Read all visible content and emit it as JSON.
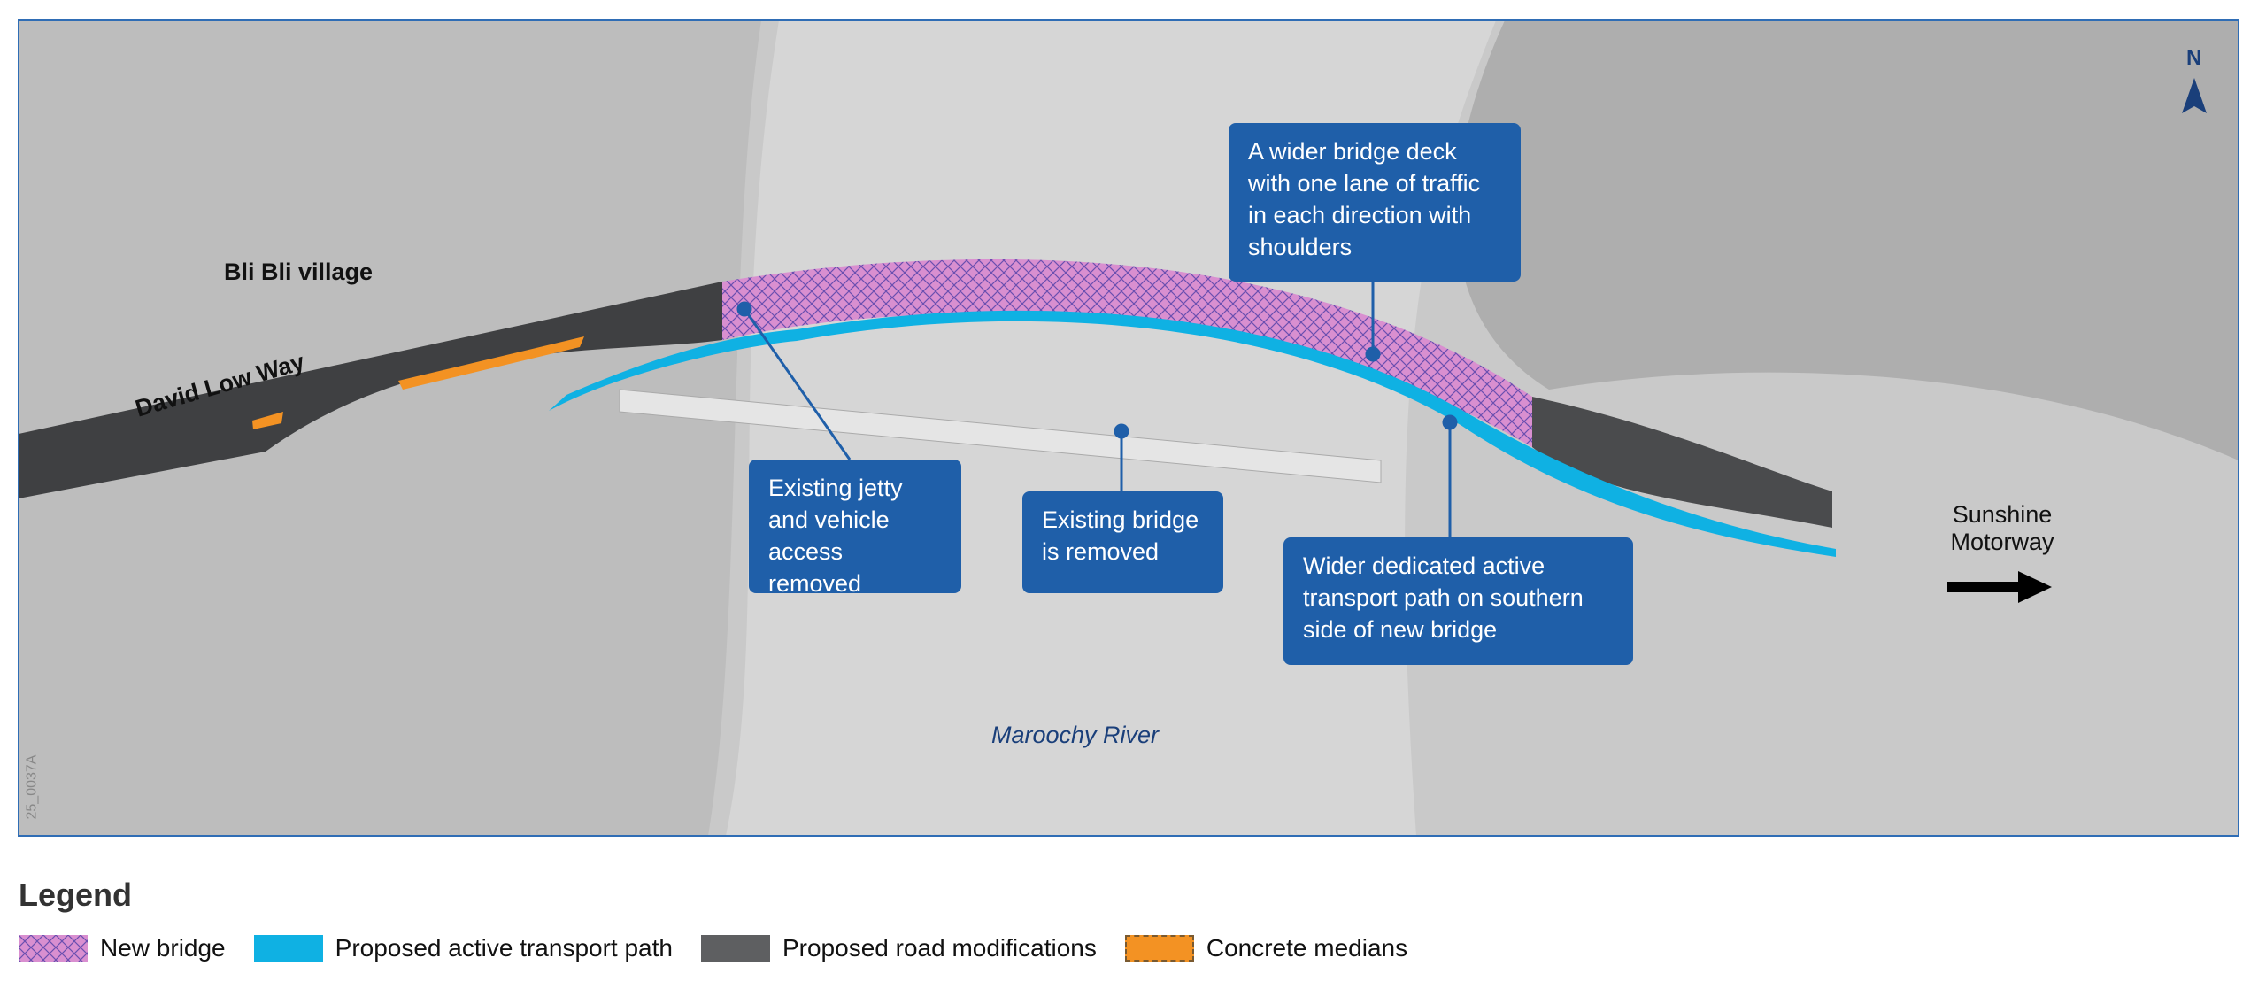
{
  "map": {
    "north_label": "N",
    "place_labels": {
      "village": "Bli Bli village",
      "road": "David Low Way",
      "motorway": "Sunshine Motorway",
      "river": "Maroochy River"
    },
    "figure_code": "25_0037A"
  },
  "callouts": [
    {
      "text": "A wider bridge deck with one lane of traffic in each direction with shoulders"
    },
    {
      "text": "Existing jetty and vehicle access removed"
    },
    {
      "text": "Existing bridge is removed"
    },
    {
      "text": "Wider dedicated active transport path on southern side of new bridge"
    }
  ],
  "legend": {
    "title": "Legend",
    "items": [
      {
        "label": "New bridge",
        "color": "#d98fd0"
      },
      {
        "label": "Proposed active transport path",
        "color": "#0fb1e3"
      },
      {
        "label": "Proposed road modifications",
        "color": "#5e5f61"
      },
      {
        "label": "Concrete medians",
        "color": "#f39223"
      }
    ]
  },
  "colors": {
    "callout": "#1f5fa9",
    "frame": "#2f6db5"
  }
}
